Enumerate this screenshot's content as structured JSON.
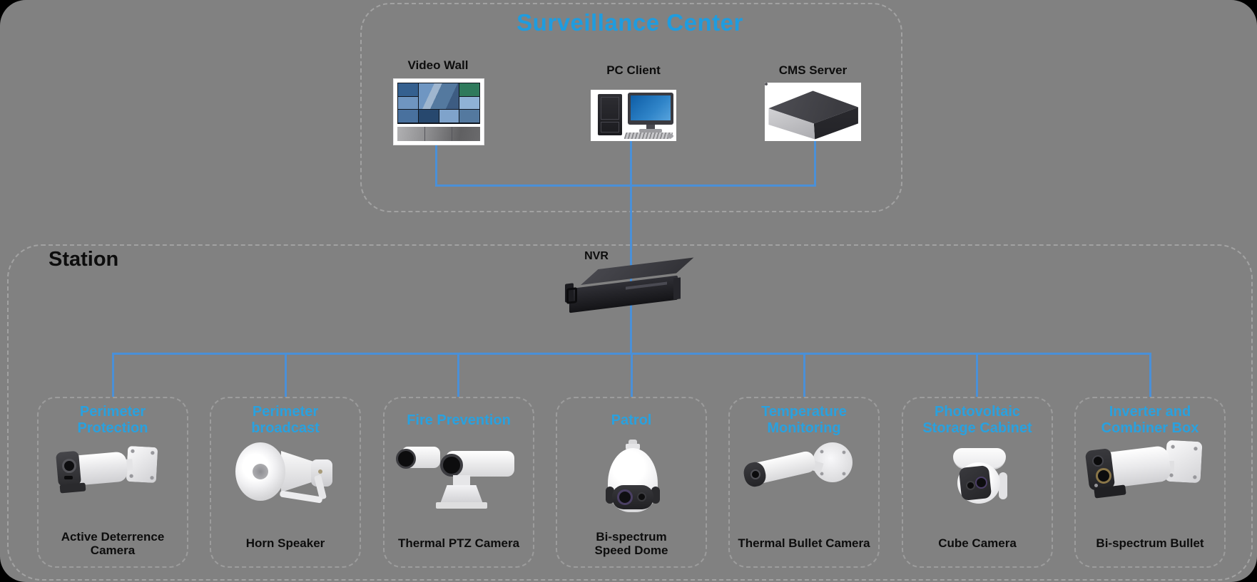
{
  "diagram": {
    "title": "Surveillance Center",
    "station_label": "Station",
    "nvr_label": "NVR",
    "center_devices": [
      {
        "label": "Video Wall"
      },
      {
        "label": "PC Client"
      },
      {
        "label": "CMS Server"
      }
    ],
    "branches": [
      {
        "title": "Perimeter\nProtection",
        "device": "Active Deterrence\nCamera"
      },
      {
        "title": "Perimeter\nbroadcast",
        "device": "Horn Speaker"
      },
      {
        "title": "Fire Prevention",
        "device": "Thermal PTZ Camera"
      },
      {
        "title": "Patrol",
        "device": "Bi-spectrum\nSpeed Dome"
      },
      {
        "title": "Temperature\nMonitoring",
        "device": "Thermal Bullet Camera"
      },
      {
        "title": "Photovoltaic\nStorage Cabinet",
        "device": "Cube Camera"
      },
      {
        "title": "Inverter and\nCombiner Box",
        "device": "Bi-spectrum Bullet"
      }
    ],
    "colors": {
      "background": "#000000",
      "panel_gray": "#818181",
      "title_blue": "#1f9cdf",
      "branch_label_blue": "#29a1df",
      "connector_blue": "#4a90d8",
      "label_black": "#0d0d0d"
    }
  }
}
